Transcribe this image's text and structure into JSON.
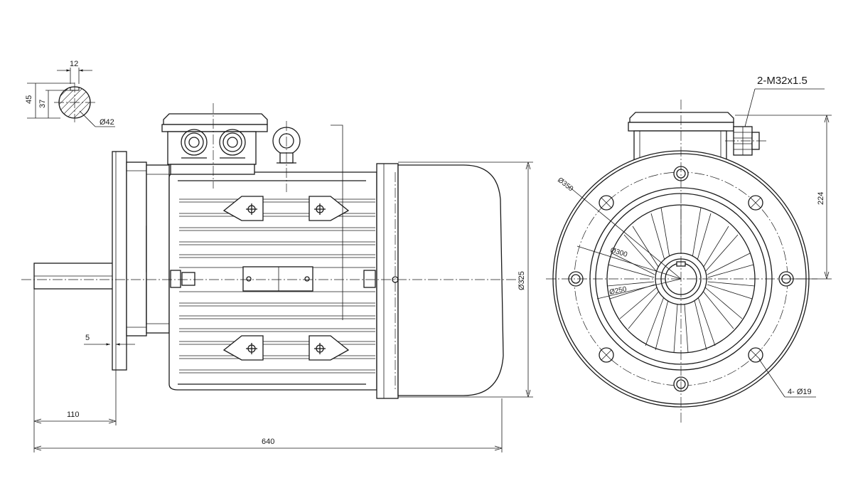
{
  "dimensions": {
    "keyway_width": "12",
    "shaft_height_outer": "45",
    "shaft_height_inner": "37",
    "shaft_diameter": "Ø42",
    "cable_gland": "2-M32x1.5",
    "height_224": "224",
    "diameter_325": "Ø325",
    "diameter_350": "Ø350",
    "diameter_300": "Ø300",
    "diameter_250": "Ø250",
    "bolt_holes": "4- Ø19",
    "flange_thickness": "5",
    "shaft_length": "110",
    "overall_length": "640"
  }
}
